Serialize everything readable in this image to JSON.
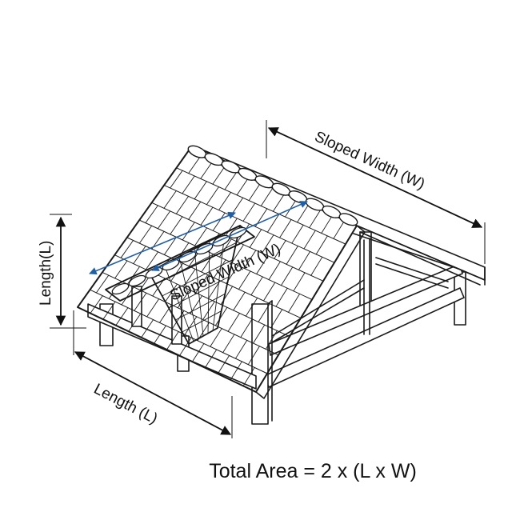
{
  "labels": {
    "sloped_width_top": "Sloped Width (W)",
    "sloped_width_roof": "Sloped Width (W)",
    "length_left": "Length(L)",
    "length_bottom": "Length (L)",
    "formula": "Total Area = 2 x (L x W)"
  },
  "colors": {
    "ink": "#1a1a1a",
    "accent": "#1f5fa8",
    "background": "#ffffff"
  }
}
